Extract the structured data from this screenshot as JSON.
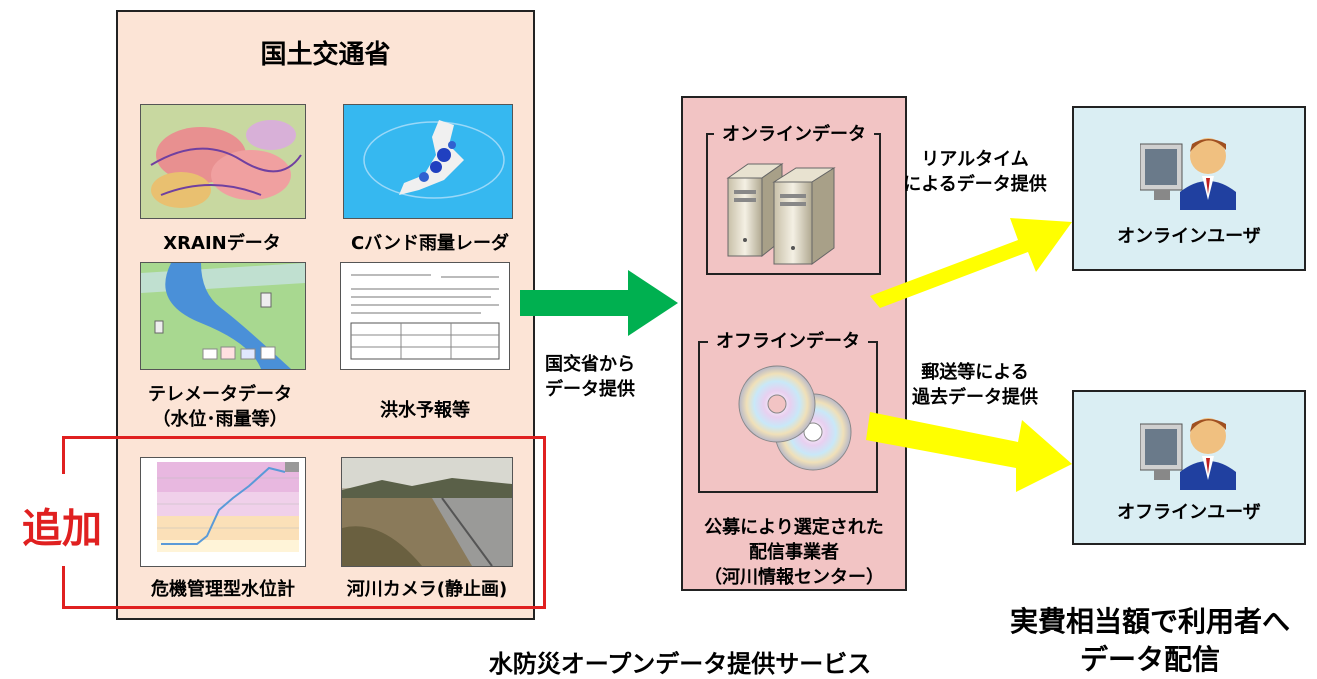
{
  "ministry": {
    "title": "国土交通省",
    "items": [
      {
        "label": "XRAINデータ"
      },
      {
        "label": "Cバンド雨量レーダ"
      },
      {
        "label_line1": "テレメータデータ",
        "label_line2": "（水位･雨量等）"
      },
      {
        "label": "洪水予報等"
      },
      {
        "label": "危機管理型水位計"
      },
      {
        "label": "河川カメラ(静止画)"
      }
    ]
  },
  "added_label": "追加",
  "provide_label": {
    "line1": "国交省から",
    "line2": "データ提供"
  },
  "distributor": {
    "online_label": "オンラインデータ",
    "offline_label": "オフラインデータ",
    "name_line1": "公募により選定された",
    "name_line2": "配信事業者",
    "name_line3": "（河川情報センター）"
  },
  "realtime_label": {
    "line1": "リアルタイム",
    "line2": "によるデータ提供"
  },
  "mail_label": {
    "line1": "郵送等による",
    "line2": "過去データ提供"
  },
  "users": {
    "online": "オンラインユーザ",
    "offline": "オフラインユーザ"
  },
  "service_title": "水防災オープンデータ提供サービス",
  "cost_label": {
    "line1": "実費相当額で利用者へ",
    "line2": "データ配信"
  },
  "colors": {
    "panel": "#fce4d6",
    "distributor": "#f2c4c4",
    "user": "#daeef3",
    "green_arrow": "#00b050",
    "yellow_arrow": "#ffff00",
    "red": "#e02020"
  }
}
